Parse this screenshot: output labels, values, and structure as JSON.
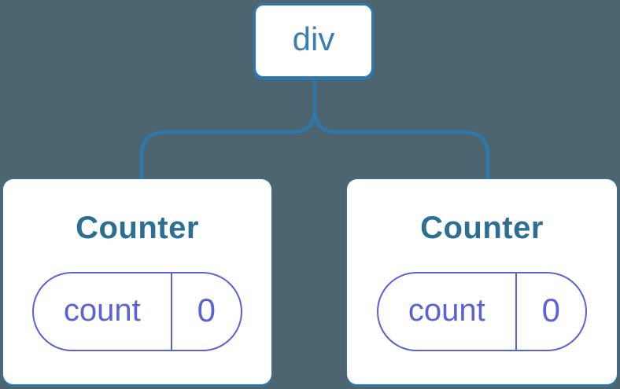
{
  "diagram": {
    "type": "react-component-tree",
    "root": {
      "label": "div"
    },
    "children": [
      {
        "title": "Counter",
        "state": {
          "key": "count",
          "value": "0"
        }
      },
      {
        "title": "Counter",
        "state": {
          "key": "count",
          "value": "0"
        }
      }
    ],
    "colors": {
      "background": "#4d6571",
      "connector_blue": "#2e78ab",
      "card_background": "#ffffff",
      "root_label_blue": "#3a7fae",
      "component_title_blue": "#2d6e93",
      "state_purple": "#5a62d6"
    }
  }
}
